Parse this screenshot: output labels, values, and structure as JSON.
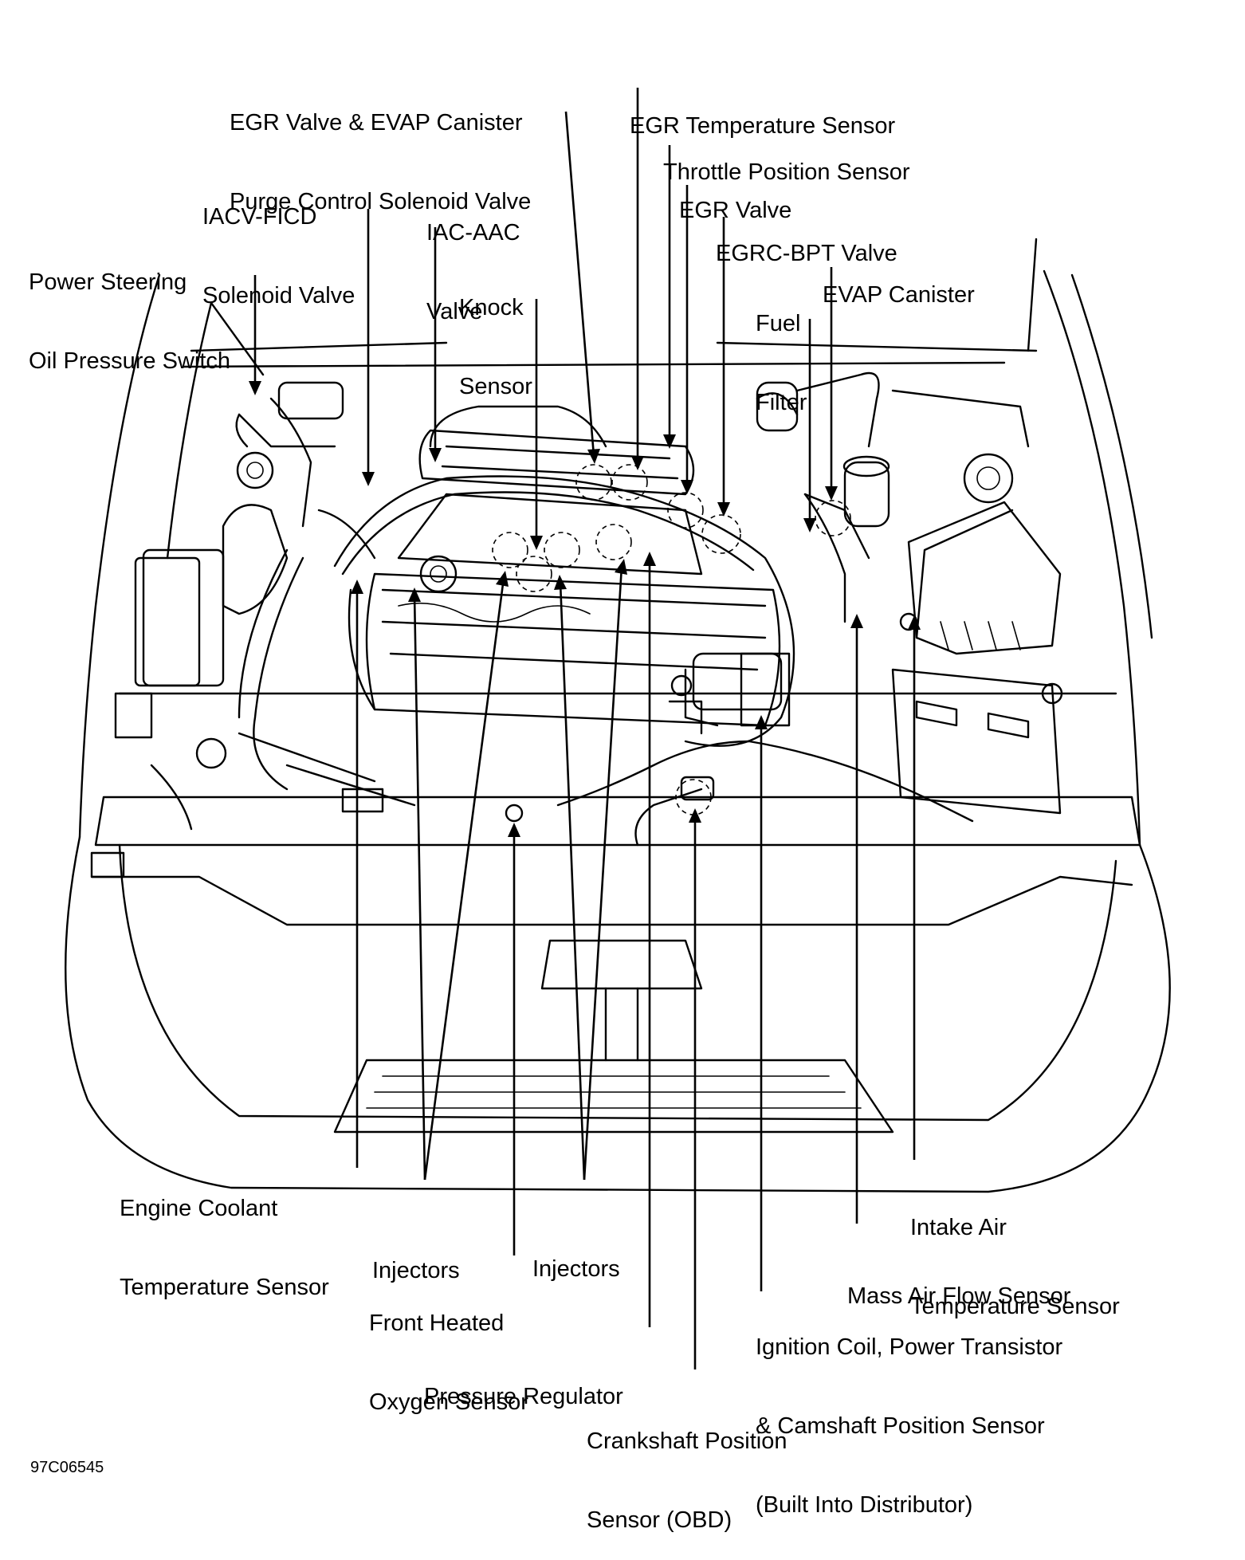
{
  "labels": {
    "egr_valve_evap": [
      "EGR Valve & EVAP Canister",
      "Purge Control Solenoid Valve"
    ],
    "egr_temp_sensor": [
      "EGR Temperature Sensor"
    ],
    "throttle_position_sensor": [
      "Throttle Position Sensor"
    ],
    "egr_valve": [
      "EGR Valve"
    ],
    "egrc_bpt_valve": [
      "EGRC-BPT Valve"
    ],
    "iacv_ficd": [
      "IACV-FICD",
      "Solenoid Valve"
    ],
    "iac_aac": [
      "IAC-AAC",
      "Valve"
    ],
    "evap_canister": [
      "EVAP Canister"
    ],
    "power_steering": [
      "Power Steering",
      "Oil Pressure Switch"
    ],
    "knock_sensor": [
      "Knock",
      "Sensor"
    ],
    "fuel_filter": [
      "Fuel",
      "Filter"
    ],
    "engine_coolant": [
      "Engine Coolant",
      "Temperature Sensor"
    ],
    "injectors_left": [
      "Injectors"
    ],
    "injectors_right": [
      "Injectors"
    ],
    "front_heated_o2": [
      "Front Heated",
      "Oxygen Sensor"
    ],
    "pressure_regulator": [
      "Pressure Regulator"
    ],
    "crankshaft_position": [
      "Crankshaft Position",
      "Sensor (OBD)"
    ],
    "ignition_coil": [
      "Ignition Coil, Power Transistor",
      "& Camshaft Position Sensor",
      "(Built Into Distributor)"
    ],
    "intake_air_temp": [
      "Intake Air",
      "Temperature Sensor"
    ],
    "mass_air_flow": [
      "Mass Air Flow Sensor"
    ]
  },
  "figure_code": "97C06545"
}
